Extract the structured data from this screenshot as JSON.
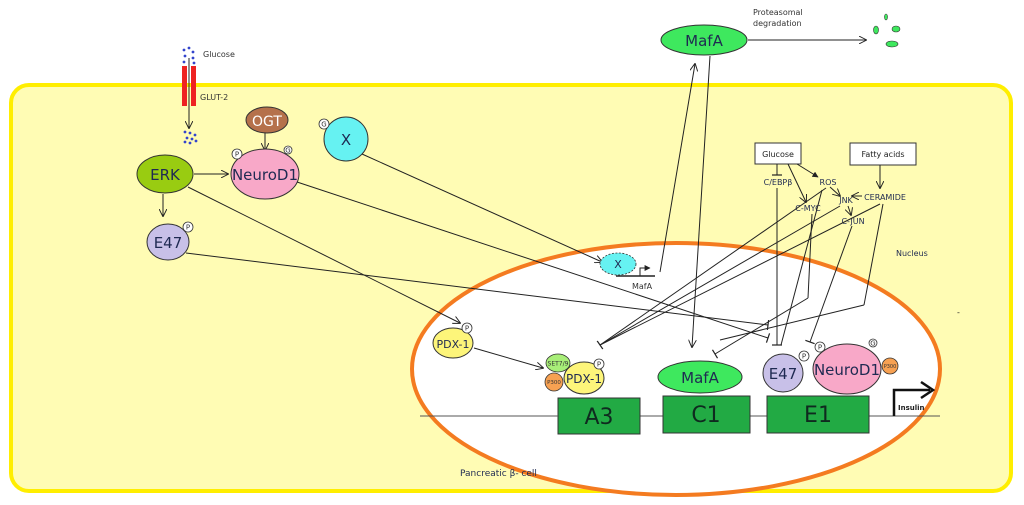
{
  "diagram": {
    "cell_label": "Pancreatic β- cell",
    "nucleus_label": "Nucleus",
    "extracellular": {
      "glucose_label": "Glucose",
      "transporter_label": "GLUT-2",
      "degradation_label_line1": "Proteasomal",
      "degradation_label_line2": "degradation"
    },
    "nodes": {
      "mafa_top": "MafA",
      "ogt": "OGT",
      "x_protein": "X",
      "erk": "ERK",
      "neurod1_cyto": "NeuroD1",
      "e47_cyto": "E47",
      "x_nuclear": "X",
      "mafa_gene": "MafA",
      "pdx1_nuclear": "PDX-1",
      "set79": "SET7/9",
      "p300_a": "P300",
      "pdx1_bound": "PDX-1",
      "mafa_bound": "MafA",
      "e47_bound": "E47",
      "neurod1_bound": "NeuroD1",
      "p300_b": "P300"
    },
    "modifications": {
      "phospho": "P",
      "glyco": "G"
    },
    "stress_pathway": {
      "glucose_box": "Glucose",
      "fatty_acids_box": "Fatty acids",
      "cebpb": "C/EBPβ",
      "ros": "ROS",
      "cmyc": "C-MYC",
      "jnk": "JNK",
      "ceramide": "CERAMIDE",
      "cjun": "C-JUN"
    },
    "promoter": {
      "elements": [
        "A3",
        "C1",
        "E1"
      ],
      "gene_label": "Insulin"
    },
    "colors": {
      "cell_fill": "#fffcb4",
      "cell_border": "#ffee00",
      "nucleus_border": "#f47b20",
      "mafa_green": "#3ee85e",
      "erk_green": "#99cc11",
      "ogt_brown": "#b5714b",
      "x_cyan": "#66f2f2",
      "neurod1_pink": "#f8a8c8",
      "e47_lavender": "#c8c0e8",
      "pdx1_yellow": "#fdf57a",
      "set79_green": "#a8ee78",
      "p300_orange": "#f7a152",
      "promoter_green": "#22aa44",
      "glut2_red": "#ee2222"
    }
  }
}
